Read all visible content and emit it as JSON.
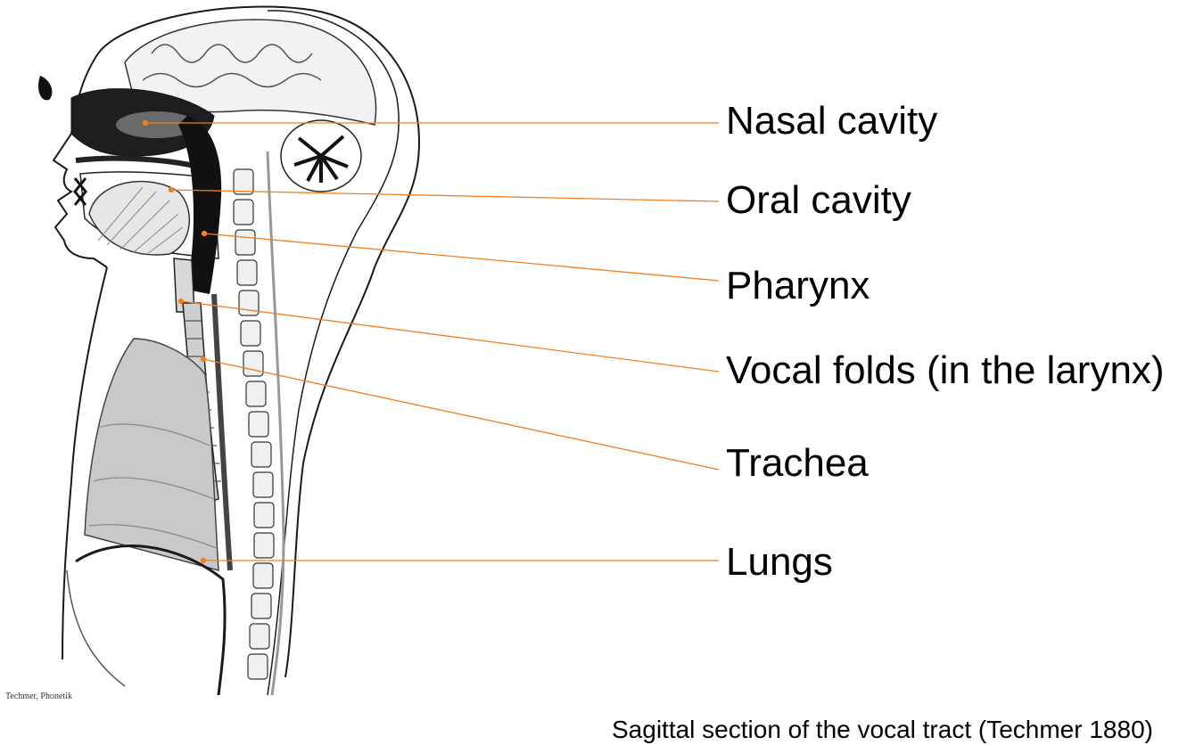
{
  "diagram": {
    "labels": [
      {
        "id": "nasal",
        "text": "Nasal cavity"
      },
      {
        "id": "oral",
        "text": "Oral cavity"
      },
      {
        "id": "pharynx",
        "text": "Pharynx"
      },
      {
        "id": "vocal",
        "text": "Vocal folds (in the larynx)"
      },
      {
        "id": "trachea",
        "text": "Trachea"
      },
      {
        "id": "lungs",
        "text": "Lungs"
      }
    ],
    "caption": "Sagittal section of the vocal tract (Techmer 1880)",
    "credit": "Techmer, Phonetik",
    "colors": {
      "leader_line": "#f08020",
      "ink": "#1a1a1a",
      "cavity": "#111111",
      "paper": "#ffffff"
    }
  }
}
